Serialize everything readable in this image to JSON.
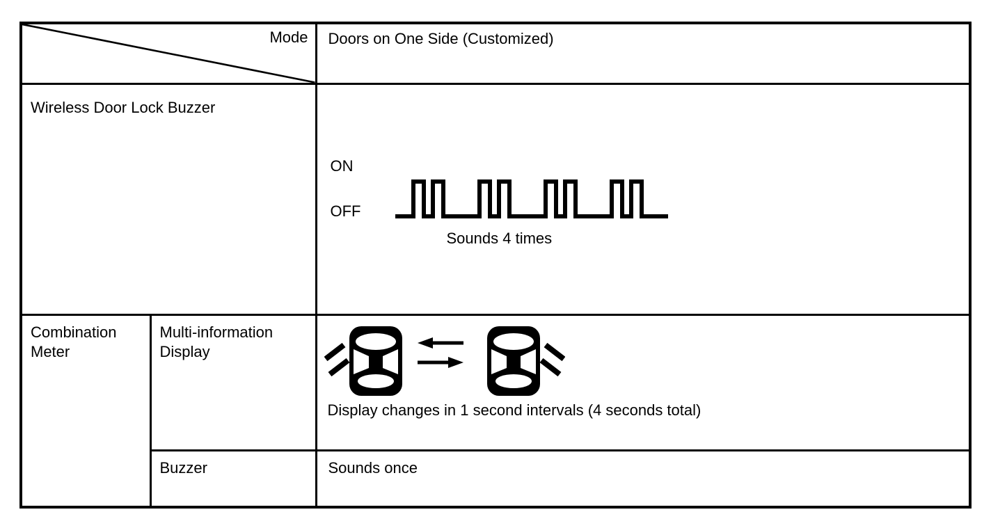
{
  "page": {
    "background": "#ffffff",
    "border_color": "#000000",
    "text_color": "#000000"
  },
  "header": {
    "mode_label": "Mode",
    "mode_value": "Doors on One Side (Customized)"
  },
  "wireless_buzzer": {
    "label": "Wireless Door Lock Buzzer",
    "signal": {
      "on_label": "ON",
      "off_label": "OFF",
      "caption": "Sounds 4 times",
      "beep_groups": 4,
      "pulses_per_group": 2
    }
  },
  "combination_meter": {
    "label": "Combination Meter",
    "multi_information_display": {
      "label": "Multi-information Display",
      "caption": "Display changes in 1 second intervals (4 seconds total)",
      "icons": [
        "car-doors-open-left-icon",
        "alternate-arrows-icon",
        "car-doors-open-right-icon"
      ]
    },
    "buzzer": {
      "label": "Buzzer",
      "value": "Sounds once"
    }
  }
}
